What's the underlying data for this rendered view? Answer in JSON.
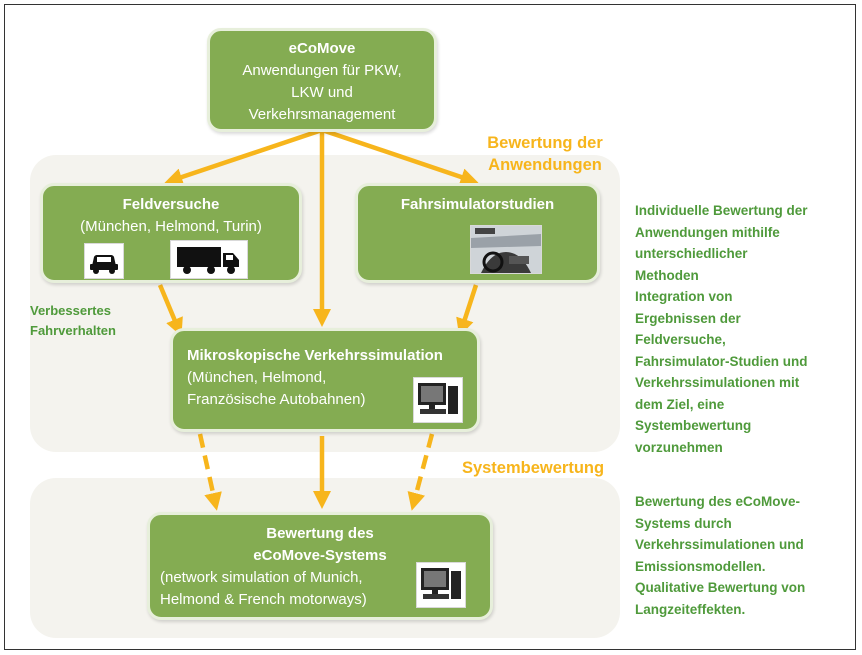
{
  "top_box": {
    "title": "eCoMove",
    "lines": [
      "Anwendungen für PKW,",
      "LKW und",
      "Verkehrsmanagement"
    ]
  },
  "label_bewertung_anwendungen": [
    "Bewertung der",
    "Anwendungen"
  ],
  "feldversuche": {
    "title": "Feldversuche",
    "subtitle": "(München, Helmond, Turin)",
    "icons": [
      "car-icon",
      "truck-icon"
    ]
  },
  "fahrsimulator": {
    "title": "Fahrsimulatorstudien",
    "icons": [
      "driving-simulator-icon"
    ]
  },
  "label_verbessertes": [
    "Verbessertes",
    "Fahrverhalten"
  ],
  "mikro": {
    "title": "Mikroskopische Verkehrssimulation",
    "lines": [
      "(München, Helmond,",
      "Französische Autobahnen)"
    ],
    "icons": [
      "computer-icon"
    ]
  },
  "label_systembewertung": "Systembewertung",
  "bewertung_system": {
    "lines_bold": [
      "Bewertung des",
      "eCoMove-Systems"
    ],
    "lines": [
      "(network simulation of Munich,",
      "Helmond & French motorways)"
    ],
    "icons": [
      "computer-icon"
    ]
  },
  "right_text_1": [
    "Individuelle Bewertung der",
    "Anwendungen mithilfe",
    "unterschiedlicher",
    "Methoden",
    "Integration von",
    "Ergebnissen der",
    "Feldversuche,",
    "Fahrsimulator-Studien und",
    "Verkehrssimulationen mit",
    "dem Ziel, eine",
    "Systembewertung",
    "vorzunehmen"
  ],
  "right_text_2": [
    "Bewertung des eCoMove-",
    "Systems durch",
    "Verkehrssimulationen und",
    "Emissionsmodellen.",
    "Qualitative Bewertung von",
    "Langzeiteffekten."
  ],
  "colors": {
    "box_green": "#84ac52",
    "arrow_orange": "#f7b51c",
    "label_green": "#4f9a3b",
    "panel_bg": "#f4f3ee"
  }
}
